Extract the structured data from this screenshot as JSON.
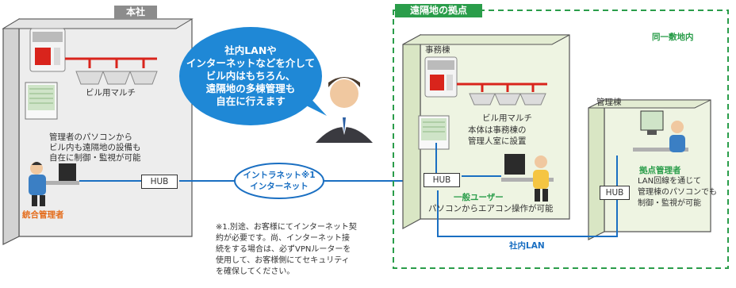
{
  "hq": {
    "tag": "本社",
    "ac_label": "ビル用マルチ",
    "desc": [
      "管理者のパソコンから",
      "ビル内も遠隔地の設備も",
      "自在に制御・監視が可能"
    ],
    "admin": "統合管理者",
    "hub": "HUB"
  },
  "bubble": {
    "lines": [
      "社内LANや",
      "インターネットなどを介して",
      "ビル内はもちろん、",
      "遠隔地の多棟管理も",
      "自在に行えます"
    ]
  },
  "network": {
    "cloud": [
      "イントラネット※1",
      "インターネット"
    ],
    "lan": "社内LAN"
  },
  "note": {
    "lines": [
      "※1.別途、お客様にてインターネット契",
      "約が必要です。尚、インターネット接",
      "続をする場合は、必ずVPNルーターを",
      "使用して、お客様側にてセキュリティ",
      "を確保してください。"
    ]
  },
  "remote": {
    "tag": "遠隔地の拠点",
    "same_site": "同一敷地内",
    "office": {
      "title": "事務棟",
      "ac_label": "ビル用マルチ",
      "controller_note": [
        "本体は事務棟の",
        "管理人室に設置"
      ],
      "hub": "HUB",
      "user_title": "一般ユーザー",
      "user_desc": "パソコンからエアコン操作が可能"
    },
    "admin_bldg": {
      "title": "管理棟",
      "hub": "HUB",
      "role": "拠点管理者",
      "desc": [
        "LAN回線を通じて",
        "管理棟のパソコンでも",
        "制御・監視が可能"
      ]
    }
  },
  "colors": {
    "building_front": "#ededed",
    "building_side": "#d2d2d2",
    "green_bldg": "#eef4e2",
    "green_bldg_side": "#d9e6c4",
    "accent_blue": "#1a6fc2",
    "green": "#2a9d4a",
    "gray_tag": "#8c8c8c",
    "red_pipe": "#d9241c",
    "orange": "#e46b1a"
  }
}
